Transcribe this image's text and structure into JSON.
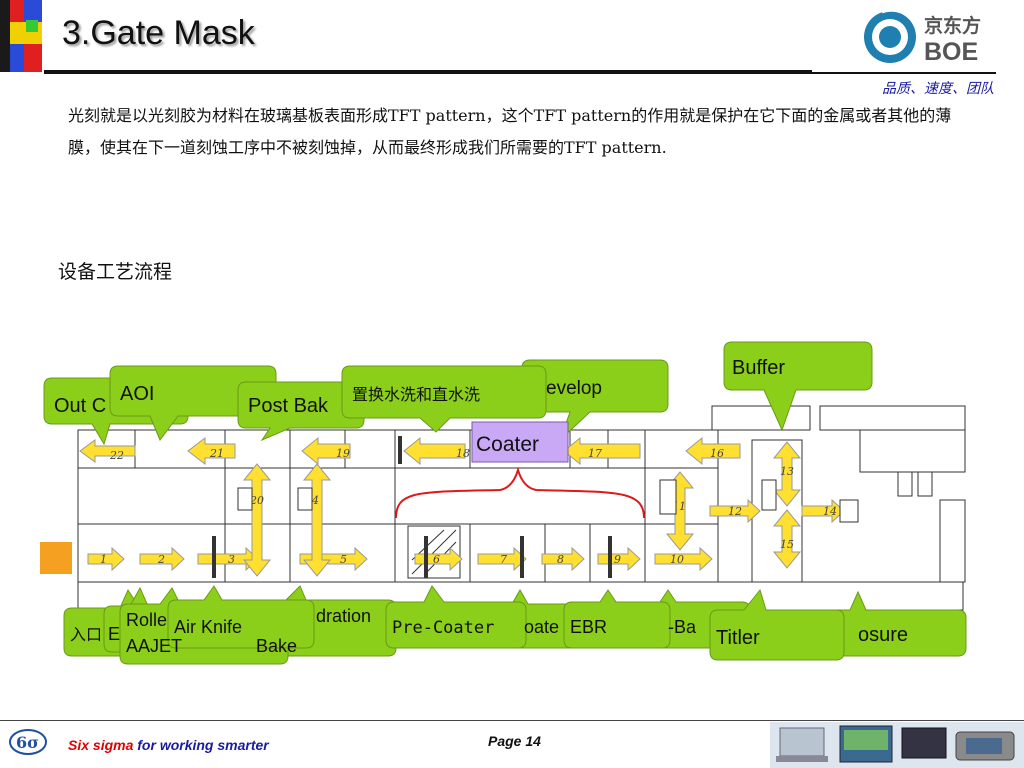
{
  "title": "3.Gate Mask",
  "logo": {
    "cn": "京东方",
    "en": "BOE"
  },
  "slogan": "品质、速度、团队",
  "description": "光刻就是以光刻胶为材料在玻璃基板表面形成TFT pattern，这个TFT pattern的作用就是保护在它下面的金属或者其他的薄膜，使其在下一道刻蚀工序中不被刻蚀掉，从而最终形成我们所需要的TFT pattern.",
  "section_title": "设备工艺流程",
  "diagram": {
    "callouts_top": [
      "Out C",
      "AOI",
      "Post Bak",
      "置换水洗和直水洗",
      "evelop",
      "Buffer"
    ],
    "coater_label": "Coater",
    "callouts_bottom": [
      "入口",
      "E",
      "Rolle",
      "AAJET",
      "Air Knife",
      "dration",
      "Bake",
      "Pre-Coater",
      "oate",
      "EBR",
      "-Ba",
      "Titler",
      "osure"
    ],
    "steps_top": [
      "22",
      "21",
      "19",
      "18",
      "17",
      "16"
    ],
    "steps_bottom": [
      "1",
      "2",
      "3",
      "5",
      "6",
      "7",
      "8",
      "9",
      "10"
    ],
    "steps_vertical": [
      "20",
      "4",
      "11",
      "13",
      "15"
    ],
    "steps_right": [
      "12",
      "14"
    ]
  },
  "footer": {
    "brand": "Six sigma",
    "tagline": " for working smarter",
    "page": "Page 14"
  },
  "colors": {
    "callout_fill": "#8ccf1a",
    "arrow_fill": "#ffe030",
    "coater_fill": "#c9a8f5",
    "title_blue": "#1a1aa0"
  }
}
